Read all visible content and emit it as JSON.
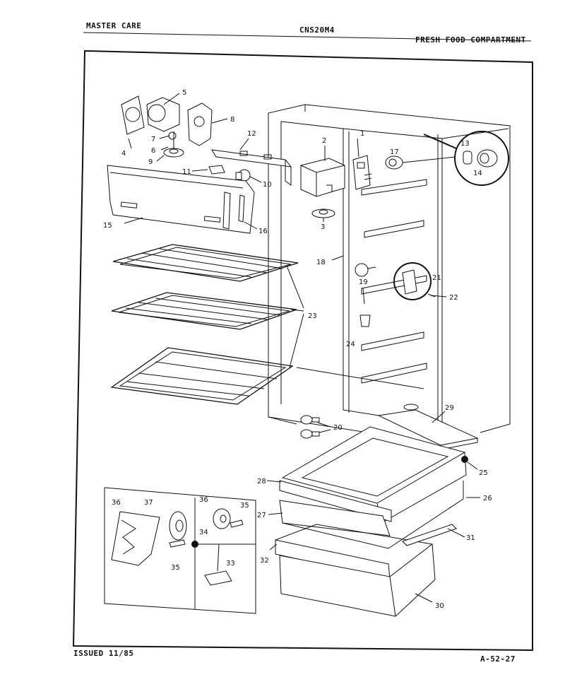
{
  "header": {
    "left": "MASTER CARE",
    "center": "CNS20M4",
    "right": "FRESH FOOD COMPARTMENT"
  },
  "footer": {
    "issued": "ISSUED 11/85",
    "code": "A-52-27"
  },
  "callouts": [
    "1",
    "2",
    "3",
    "4",
    "5",
    "6",
    "7",
    "8",
    "9",
    "10",
    "11",
    "12",
    "13",
    "14",
    "15",
    "16",
    "17",
    "18",
    "19",
    "20",
    "21",
    "22",
    "23",
    "24",
    "25",
    "26",
    "27",
    "28",
    "29",
    "30",
    "31",
    "32",
    "33",
    "34",
    "35",
    "36",
    "37"
  ]
}
